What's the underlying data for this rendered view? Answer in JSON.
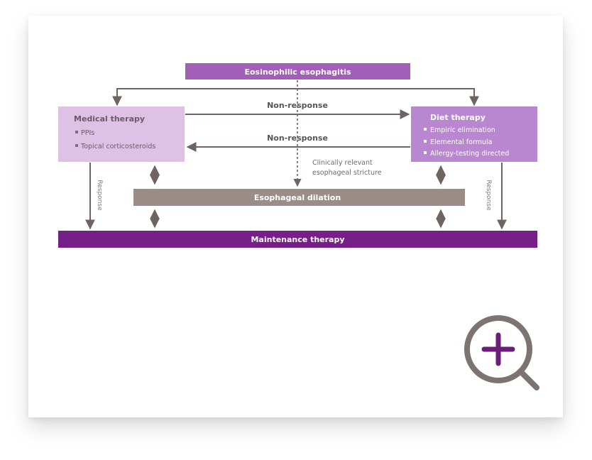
{
  "diagram": {
    "top_box": "Eosinophilic esophagitis",
    "medical": {
      "title": "Medical therapy",
      "items": [
        "PPIs",
        "Topical corticosteroids"
      ]
    },
    "diet": {
      "title": "Diet therapy",
      "items": [
        "Empiric elimination",
        "Elemental formula",
        "Allergy-testing directed"
      ]
    },
    "non_response_top": "Non-response",
    "non_response_bottom": "Non-response",
    "stricture_note": [
      "Clinically relevant",
      "esophageal stricture"
    ],
    "dilation": "Esophageal dilation",
    "maintenance": "Maintenance therapy",
    "response_left": "Response",
    "response_right": "Response"
  },
  "zoom_button": {
    "icon": "zoom-in-icon"
  },
  "colors": {
    "top_box": "#a15fb8",
    "medical_box": "#dfc1e6",
    "diet_box": "#b987cf",
    "dilation_box": "#9a8c87",
    "maintenance_box": "#761f86",
    "arrow": "#6e6461",
    "zoom_ring": "#7d7371",
    "zoom_plus": "#6b1d7c"
  }
}
